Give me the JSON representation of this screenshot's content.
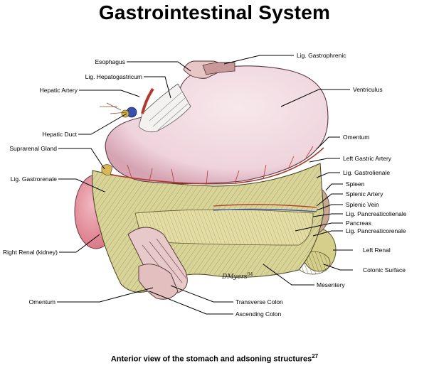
{
  "title": "Gastrointestinal System",
  "caption": {
    "text": "Anterior view of the stomach and adsoning structures",
    "ref": "27"
  },
  "signature": {
    "name": "DMyers",
    "year": "04"
  },
  "labels": {
    "esophagus": "Esophagus",
    "lig_gastrophrenic": "Lig. Gastrophrenic",
    "lig_hepatogastricum": "Lig. Hepatogastricum",
    "ventriculus": "Ventriculus",
    "hepatic_artery": "Hepatic Artery",
    "hepatic_duct": "Hepatic Duct",
    "omentum_top": "Omentum",
    "suprarenal_gland": "Suprarenal Gland",
    "left_gastric_artery": "Left Gastric Artery",
    "lig_gastrorenale": "Lig. Gastrorenale",
    "lig_gastrolienale": "Lig. Gastrolienale",
    "spleen": "Spleen",
    "splenic_artery": "Splenic Artery",
    "splenic_vein": "Splenic Vein",
    "lig_pancreaticolienale": "Lig. Pancreaticolienale",
    "pancreas": "Pancreas",
    "lig_pancreaticorenale": "Lig. Pancreaticorenale",
    "right_renal": "Right Renal (kidney)",
    "left_renal": "Left Renal",
    "colonic_surface": "Colonic Surface",
    "mesentery": "Mesentery",
    "omentum_bottom": "Omentum",
    "transverse_colon": "Transverse Colon",
    "ascending_colon": "Ascending Colon"
  },
  "colors": {
    "stomach": "#f2dde3",
    "stomach_shade": "#d9a9b8",
    "omentum": "#d9d49a",
    "omentum_dark": "#8f8a4e",
    "kidney": "#e59aa6",
    "artery": "#b23a2c",
    "vein": "#3a4fa8",
    "leader": "#000000"
  }
}
